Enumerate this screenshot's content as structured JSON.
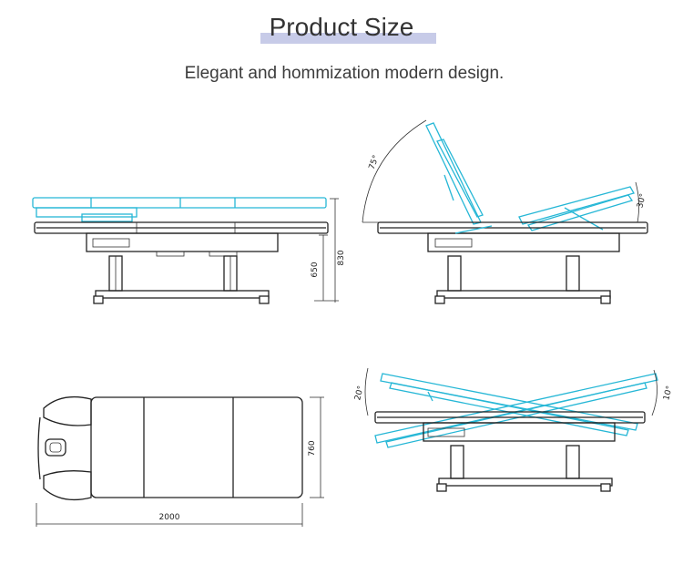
{
  "header": {
    "title": "Product Size",
    "subtitle": "Elegant and  hommization modern design."
  },
  "dimensions": {
    "height_max": "830",
    "height_min": "650",
    "width": "760",
    "length": "2000",
    "back_angle": "75°",
    "leg_angle": "30°",
    "tilt_head": "20°",
    "tilt_foot": "10°"
  },
  "colors": {
    "accent_bar": "#c7cbe8",
    "line_cyan": "#26b7d6",
    "line_black": "#222222"
  }
}
